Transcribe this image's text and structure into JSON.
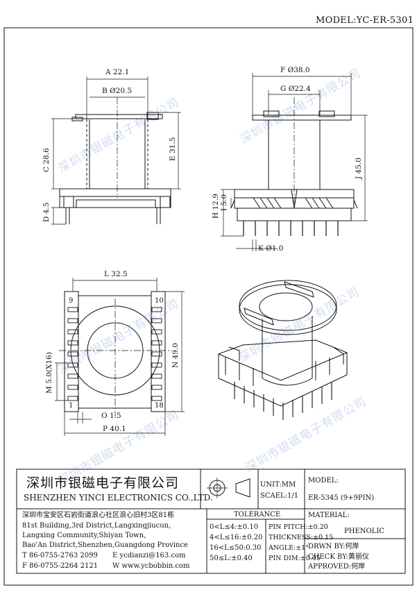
{
  "header": {
    "model": "MODEL:YC-ER-5301"
  },
  "watermark": "深圳市银磁电子有限公司",
  "dimensions": {
    "A": "A 22.1",
    "B": "B Ø20.5",
    "C": "C 28.6",
    "D": "D 4.5",
    "E": "E 31.5",
    "F": "F Ø38.0",
    "G": "G Ø22.4",
    "H": "H 12.9",
    "I": "I 5.0",
    "J": "J 45.0",
    "K": "K Ø1.0",
    "L": "L 32.5",
    "M": "M 5.0(X16)",
    "N": "N 49.0",
    "O": "O 1.5",
    "P": "P 40.1"
  },
  "pins": {
    "p9": "9",
    "p1": "1",
    "p10": "10",
    "p18": "18"
  },
  "title_block": {
    "company_cn": "深圳市银磁电子有限公司",
    "company_en": "SHENZHEN YINCI ELECTRONICS CO.,LTD.",
    "unit": "UNIT:MM",
    "scale": "SCAEL:1/1",
    "model_label": "MODEL:",
    "model_value": "ER-5345 (9+9PIN)",
    "address_lines": [
      "深圳市宝安区石岩街道浪心社区浪心旧村3区81栋",
      "81st Building,3rd District,Langxingjiucun,",
      "Langxing Community,Shiyan Town,",
      "Bao'An District,Shenzhen,Guangdong Province"
    ],
    "tel": "T 86-0755-2763 2099",
    "email": "E ycdianzi@163.com",
    "fax": "F 86-0755-2264 2121",
    "web": "W www.ycbobbin.com",
    "tolerance_title": "TOLERANCE",
    "tolerance_left": [
      "0<L≤4:±0.10",
      "4<L≤16:±0.20",
      "16<L≤50:0.30",
      "50≤L:±0.40"
    ],
    "tolerance_right": [
      "PIN PITCH:±0.20",
      "THICKNESS:±0.15",
      "ANGLE:±1°",
      "PIN DIM:±0.05"
    ],
    "material_label": "MATERIAL:",
    "material_value": "PHENOLIC",
    "drawn": "DRWN BY:何岸",
    "check": "CHECK BY:黄丽仪",
    "approved": "APPROVED:何岸"
  }
}
